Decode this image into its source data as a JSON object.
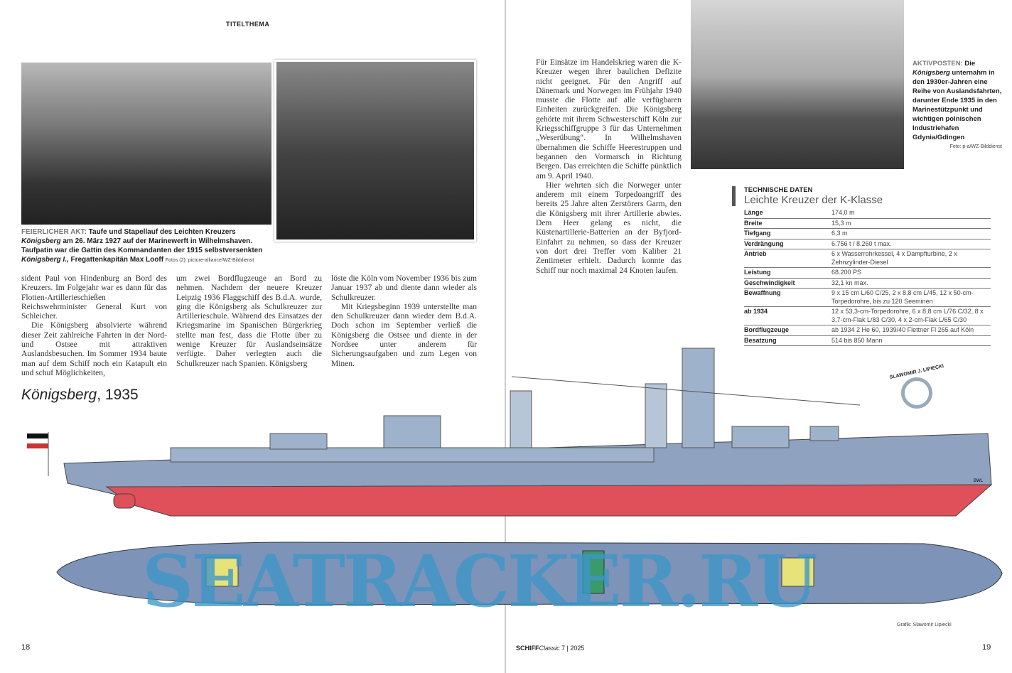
{
  "header": {
    "section": "TITELTHEMA"
  },
  "left_photo_caption": {
    "kicker": "FEIERLICHER AKT:",
    "text1": "Taufe und Stapellauf des Leichten Kreuzers",
    "ship1": "Königsberg",
    "text2": "am 26. März 1927 auf der Marinewerft in Wilhelmshaven. Taufpatin war die Gattin des Kommandanten der 1915 selbstversenkten",
    "ship2": "Königsberg I.",
    "text3": ", Fregattenkapitän Max Looff",
    "credit": "Fotos (2): picture-alliance/WZ-Bilddienst"
  },
  "columns": {
    "c1": [
      "sident Paul von Hindenburg an Bord des Kreuzers. Im Folgejahr war es dann für das Flotten-Artillerieschießen Reichswehrminister General Kurt von Schleicher.",
      "Die Königsberg absolvierte während dieser Zeit zahlreiche Fahrten in der Nord- und Ostsee mit attraktiven Auslandsbesuchen. Im Sommer 1934 baute man auf dem Schiff noch ein Katapult ein und schuf Möglichkeiten,"
    ],
    "c2": [
      "um zwei Bordflugzeuge an Bord zu nehmen. Nachdem der neuere Kreuzer Leipzig 1936 Flaggschiff des B.d.A. wurde, ging die Königsberg als Schulkreuzer zur Artillerieschule. Während des Einsatzes der Kriegsmarine im Spanischen Bürgerkrieg stellte man fest, dass die Flotte über zu wenige Kreuzer für Auslandseinsätze verfügte. Daher verlegten auch die Schulkreuzer nach Spanien. Königsberg"
    ],
    "c3": [
      "löste die Köln vom November 1936 bis zum Januar 1937 ab und diente dann wieder als Schulkreuzer.",
      "Mit Kriegsbeginn 1939 unterstellte man den Schulkreuzer dann wieder dem B.d.A. Doch schon im September verließ die Königsberg die Ostsee und diente in der Nordsee unter anderem für Sicherungsaufgaben und zum Legen von Minen."
    ],
    "c4": [
      "Für Einsätze im Handelskrieg waren die K-Kreuzer wegen ihrer baulichen Defizite nicht geeignet. Für den Angriff auf Dänemark und Norwegen im Frühjahr 1940 musste die Flotte auf alle verfügbaren Einheiten zurückgreifen. Die Königsberg gehörte mit ihrem Schwesterschiff Köln zur Kriegsschiffgruppe 3 für das Unternehmen „Weserübung“. In Wilhelmshaven übernahmen die Schiffe Heerestruppen und begannen den Vormarsch in Richtung Bergen. Das erreichten die Schiffe pünktlich am 9. April 1940.",
      "Hier wehrten sich die Norweger unter anderem mit einem Torpedoangriff des bereits 25 Jahre alten Zerstörers Garm, den die Königsberg mit ihrer Artillerie abwies. Dem Heer gelang es nicht, die Küstenartillerie-Batterien an der Byfjord-Einfahrt zu nehmen, so dass der Kreuzer von dort drei Treffer vom Kaliber 21 Zentimeter erhielt. Dadurch konnte das Schiff nur noch maximal 24 Knoten laufen."
    ]
  },
  "right_photo_caption": {
    "kicker": "AKTIVPOSTEN:",
    "text1": "Die",
    "ship": "Königsberg",
    "text2": "unternahm in den 1930er-Jahren eine Reihe von Auslandsfahrten, darunter Ende 1935 in den Marinestützpunkt und wichtigen polnischen Industriehafen Gdynia/Gdingen",
    "credit": "Foto: p-a/WZ-Bilddienst"
  },
  "tech": {
    "kicker": "TECHNISCHE DATEN",
    "title": "Leichte Kreuzer der K-Klasse",
    "rows": [
      {
        "label": "Länge",
        "value": "174,0 m"
      },
      {
        "label": "Breite",
        "value": "15,3 m"
      },
      {
        "label": "Tiefgang",
        "value": "6,3 m"
      },
      {
        "label": "Verdrängung",
        "value": "6.756 t / 8.260 t max."
      },
      {
        "label": "Antrieb",
        "value": "6 x Wasserrohrkessel, 4 x Dampfturbine, 2 x Zehnzylinder-Diesel"
      },
      {
        "label": "Leistung",
        "value": "68.200 PS"
      },
      {
        "label": "Geschwindigkeit",
        "value": "32,1 kn max."
      },
      {
        "label": "Bewaffnung",
        "value": "9 x 15 cm L/60 C/25, 2 x 8,8 cm L/45, 12 x 50-cm-Torpedorohre, bis zu 120 Seeminen"
      },
      {
        "label": "ab 1934",
        "value": "12 x 53,3-cm-Torpedorohre, 6 x 8,8 cm L/76 C/32, 8 x 3,7-cm-Flak L/83 C/30, 4 x 2-cm-Flak L/65 C/30"
      },
      {
        "label": "Bordflugzeuge",
        "value": "ab 1934 2 He 60, 1939/40 Flettner Fl 265 auf Köln"
      },
      {
        "label": "Besatzung",
        "value": "514 bis 850 Mann"
      }
    ]
  },
  "illustration": {
    "ship_name": "Königsberg",
    "year": ", 1935",
    "artist_badge": "SLAWOMIR J. LIPIECKI",
    "waterline_label": "BWL",
    "credit": "Grafik: Slawomir Lipiecki"
  },
  "footer": {
    "page_left": "18",
    "magazine": "SCHIFF",
    "magazine_italic": "Classic",
    "issue": "7",
    "year": "2025",
    "page_right": "19"
  },
  "watermark": "SEATRACKER.RU",
  "colors": {
    "hull_red": "#e0505a",
    "hull_grey": "#8fa3c0",
    "deck": "#7d93b8",
    "watermark": "#3c96c8"
  }
}
